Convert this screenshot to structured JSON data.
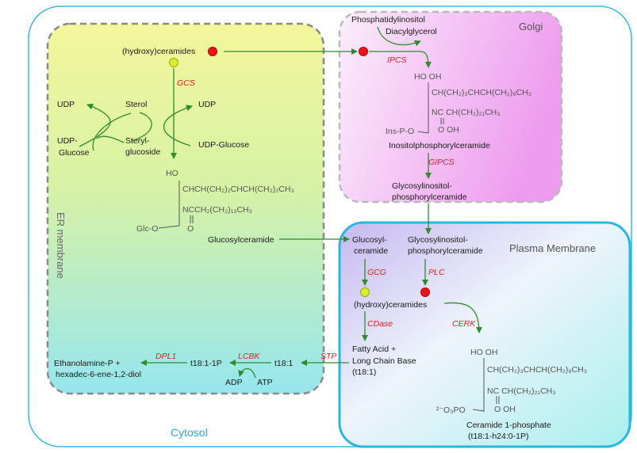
{
  "regions": {
    "cytosol": "Cytosol",
    "golgi": "Golgi",
    "er": "ER membrane",
    "plasma_membrane": "Plasma Membrane"
  },
  "colors": {
    "arrow": "#2e8b2e",
    "enzyme": "#e0201e",
    "cytosol_border": "#36b8e6",
    "er_fill_top": "#f2f5a0",
    "er_fill_bottom": "#9ce8ec",
    "golgi_fill": "#f2a8f2",
    "pm_fill": "#b8d4f0",
    "red_dot": "#e8161b",
    "yellow_dot": "#d7ef2a"
  },
  "enzymes": {
    "gcs": "GCS",
    "ipcs": "IPCS",
    "gipcs": "GIPCS",
    "gcg": "GCG",
    "plc": "PLC",
    "cdase": "CDase",
    "cerk": "CERK",
    "stp": "STP",
    "lcbk": "LCBK",
    "dpl1": "DPL1"
  },
  "er": {
    "hydroxyceramides": "(hydroxy)ceramides",
    "sterol": "Sterol",
    "udp_left": "UDP",
    "udp_right": "UDP",
    "udp_glucose_left_1": "UDP-",
    "udp_glucose_left_2": "Glucose",
    "steryl_1": "Steryl-",
    "steryl_2": "glucoside",
    "udp_glucose_right": "UDP-Glucose",
    "ho": "HO",
    "chain1": "CHCH(CH₂)₂CHCH(CH₂)₂CH₃",
    "chain2": "NCCH₂(CH₂)₁₃CH₃",
    "o": "O",
    "glc_o": "Glc-O",
    "glucosylceramide": "Glucosylceramide"
  },
  "golgi": {
    "phosphatidylinositol": "Phosphatidylinositol",
    "diacylglycerol": "Diacylglycerol",
    "ho_oh": "HO OH",
    "chain1": "CH(CH₂)₃CHCH(CH₂)₈CH₃",
    "chain2": "NC CH(CH₂)₂₁CH₃",
    "o_oh": "O OH",
    "ins_p_o": "Ins-P-O",
    "ipc": "Inositolphosphorylceramide",
    "gipc_1": "Glycosylinositol-",
    "gipc_2": "phosphorylceramide"
  },
  "pm": {
    "glucosylceramide_1": "Glucosyl-",
    "glucosylceramide_2": "ceramide",
    "gipc_1": "Glycosylinositol-",
    "gipc_2": "phosphorylceramide",
    "hydroxyceramides": "(hydroxy)ceramides",
    "fatty_acid_1": "Fatty Acid +",
    "fatty_acid_2": "Long Chain Base",
    "fatty_acid_3": "(t18:1)",
    "ho_oh": "HO OH",
    "chain1": "CH(CH₂)₃CHCH(CH₂)₈CH₃",
    "chain2": "NC CH(CH₂)₂₁CH₃",
    "o_oh": "O OH",
    "phospho": "²⁻O₃PO",
    "cer1p_1": "Ceramide 1-phosphate",
    "cer1p_2": "(t18:1-h24:0-1P)"
  },
  "cytosol": {
    "t181": "t18:1",
    "t181p": "t18:1-1P",
    "eth_1": "Ethanolamine-P +",
    "eth_2": "hexadec-6-ene-1,2-diol",
    "adp": "ADP",
    "atp": "ATP"
  }
}
